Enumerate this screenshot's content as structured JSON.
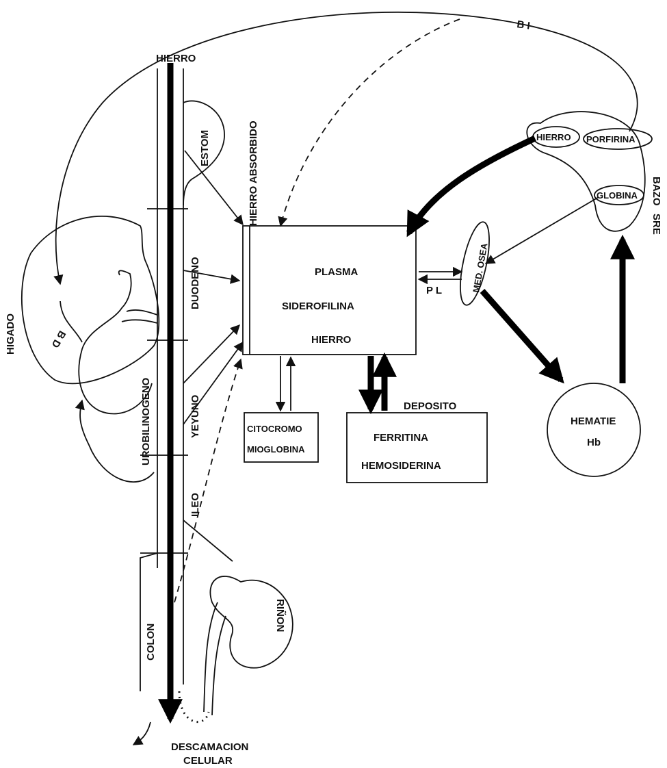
{
  "labels": {
    "hierro_top": "HIERRO",
    "estom": "ESTOM",
    "hierro_absorbido": "HIERRO ABSORBIDO",
    "duodeno": "DUODENO",
    "yeyuno": "YEYUNO",
    "ileo": "ILEO",
    "colon": "COLON",
    "urobilinogeno": "UROBILINOGENO",
    "higado": "HIGADO",
    "bd": "B D",
    "bi": "B I",
    "rinon": "RIÑON",
    "descamacion_1": "DESCAMACION",
    "descamacion_2": "CELULAR",
    "pl": "P L",
    "med_osea": "MED. OSEA",
    "bazo": "BAZO",
    "sre": "SRE",
    "bazo_hierro": "HIERRO",
    "porfirina": "PORFIRINA",
    "globina": "GLOBINA",
    "deposito": "DEPOSITO"
  },
  "boxes": {
    "plasma": {
      "line1": "PLASMA",
      "line2": "SIDEROFILINA",
      "line3": "HIERRO"
    },
    "citocromo": {
      "line1": "CITOCROMO",
      "line2": "MIOGLOBINA"
    },
    "deposito": {
      "line1": "FERRITINA",
      "line2": "HEMOSIDERINA"
    },
    "hematie": {
      "line1": "HEMATIE",
      "line2": "Hb"
    }
  }
}
